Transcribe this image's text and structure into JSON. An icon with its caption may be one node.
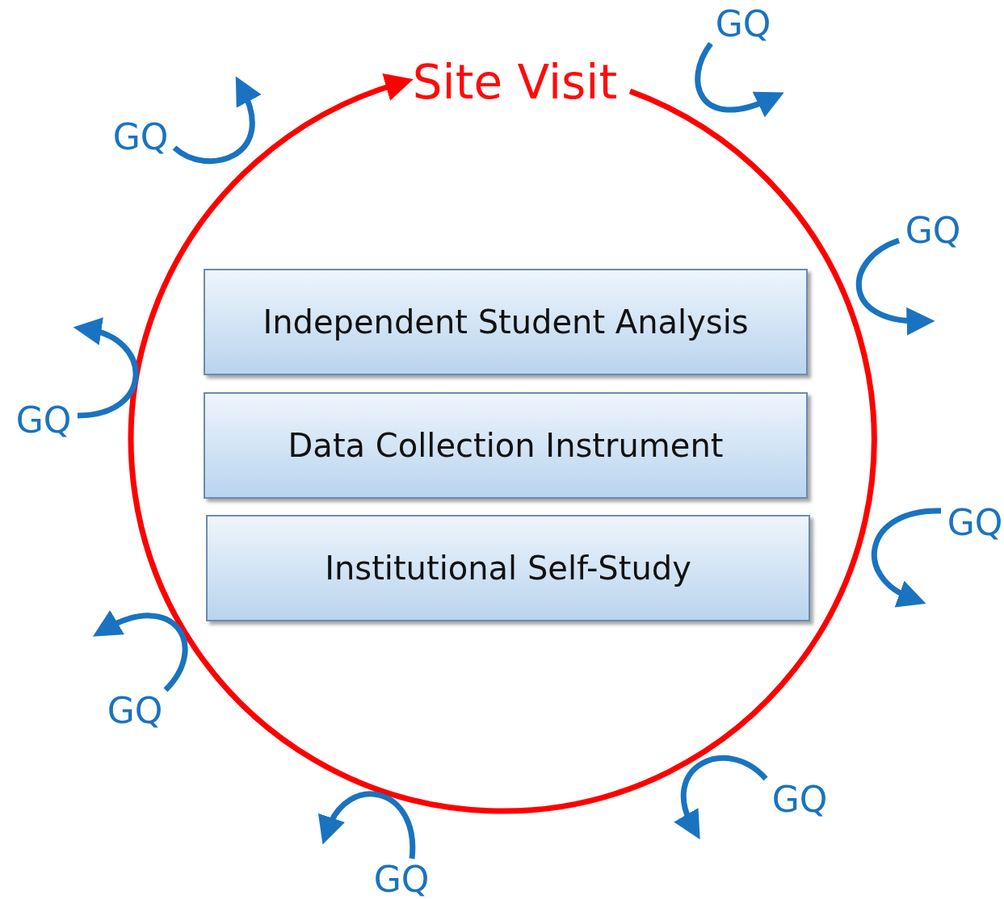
{
  "diagram": {
    "nodes": [
      {
        "text": [
          "Site Visit"
        ]
      },
      {
        "text": [
          "Independent Student Analysis"
        ]
      },
      {
        "text": [
          "Data Collection Instrument"
        ]
      },
      {
        "text": [
          "Institutional Self-Study"
        ]
      },
      {
        "text": [
          "GQ"
        ]
      },
      {
        "text": [
          "GQ"
        ]
      },
      {
        "text": [
          "GQ"
        ]
      },
      {
        "text": [
          "GQ"
        ]
      },
      {
        "text": [
          "GQ"
        ]
      },
      {
        "text": [
          "GQ"
        ]
      },
      {
        "text": [
          "GQ"
        ]
      },
      {
        "text": [
          "GQ"
        ]
      }
    ],
    "edges": [
      {
        "from": 0,
        "to": 0,
        "arrow": "to",
        "color": "#ff0000"
      },
      {
        "from": 4,
        "to": null,
        "arrow": "to"
      },
      {
        "from": 5,
        "to": null,
        "arrow": "to"
      },
      {
        "from": 6,
        "to": null,
        "arrow": "to"
      },
      {
        "from": 7,
        "to": null,
        "arrow": "to"
      },
      {
        "from": 8,
        "to": null,
        "arrow": "to"
      },
      {
        "from": 9,
        "to": null,
        "arrow": "to"
      },
      {
        "from": 10,
        "to": null,
        "arrow": "to"
      },
      {
        "from": 11,
        "to": null,
        "arrow": "to"
      }
    ]
  }
}
